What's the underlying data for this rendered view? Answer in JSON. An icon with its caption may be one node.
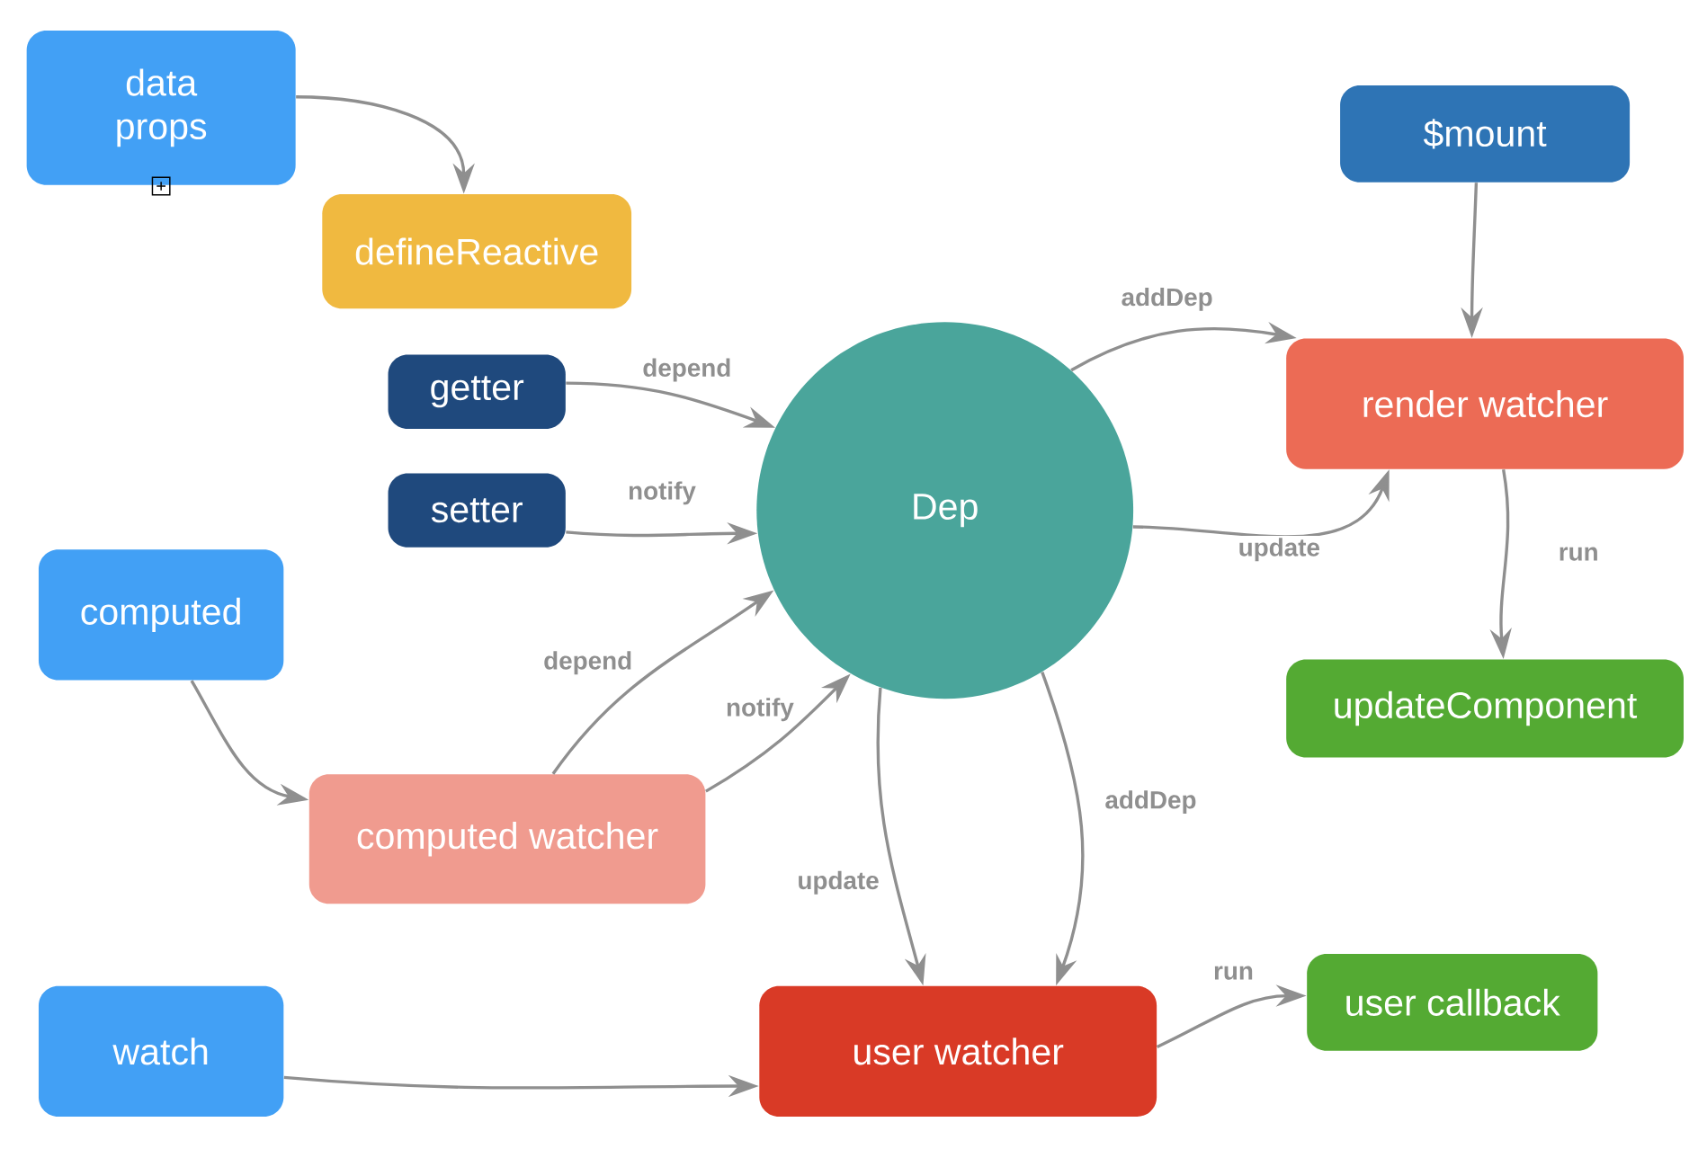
{
  "diagram": {
    "nodes": [
      {
        "text": [
          "data props"
        ]
      },
      {
        "text": [
          "defineReactive"
        ]
      },
      {
        "text": [
          "$mount"
        ]
      },
      {
        "text": [
          "getter"
        ]
      },
      {
        "text": [
          "setter"
        ]
      },
      {
        "text": [
          "Dep"
        ]
      },
      {
        "text": [
          "render watcher"
        ]
      },
      {
        "text": [
          "computed"
        ]
      },
      {
        "text": [
          "updateComponent"
        ]
      },
      {
        "text": [
          "computed watcher"
        ]
      },
      {
        "text": [
          "user watcher"
        ]
      },
      {
        "text": [
          "user callback"
        ]
      },
      {
        "text": [
          "watch"
        ]
      }
    ],
    "edges": [
      {
        "from": 0,
        "to": 1,
        "arrow": "to"
      },
      {
        "from": 2,
        "to": 6,
        "arrow": "to"
      },
      {
        "from": 3,
        "to": 5,
        "arrow": "to",
        "label": "depend"
      },
      {
        "from": 4,
        "to": 5,
        "arrow": "to",
        "label": "notify"
      },
      {
        "from": 5,
        "to": 6,
        "arrow": "to",
        "label": "addDep"
      },
      {
        "from": 5,
        "to": 6,
        "arrow": "to",
        "label": "update"
      },
      {
        "from": 6,
        "to": 8,
        "arrow": "to",
        "label": "run"
      },
      {
        "from": 7,
        "to": 9,
        "arrow": "to"
      },
      {
        "from": 9,
        "to": 5,
        "arrow": "to",
        "label": "depend"
      },
      {
        "from": 9,
        "to": 5,
        "arrow": "to",
        "label": "notify"
      },
      {
        "from": 5,
        "to": 10,
        "arrow": "to",
        "label": "update"
      },
      {
        "from": 5,
        "to": 10,
        "arrow": "to",
        "label": "addDep"
      },
      {
        "from": 10,
        "to": 11,
        "arrow": "to",
        "label": "run"
      },
      {
        "from": 12,
        "to": 10,
        "arrow": "to"
      }
    ]
  }
}
